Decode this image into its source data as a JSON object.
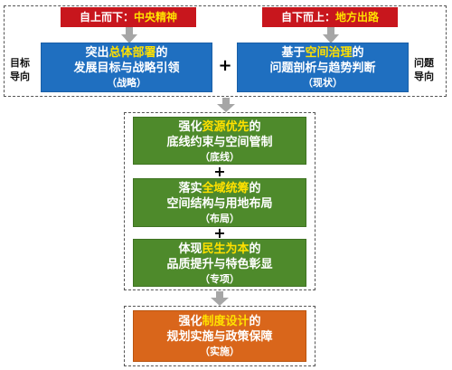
{
  "top_labels": {
    "left": {
      "prefix": "自上而下：",
      "highlight": "中央精神"
    },
    "right": {
      "prefix": "自下而上：",
      "highlight": "地方出路"
    }
  },
  "side_labels": {
    "left": {
      "line1": "目标",
      "line2": "导向"
    },
    "right": {
      "line1": "问题",
      "line2": "导向"
    }
  },
  "strategy_box": {
    "pre": "突出",
    "hl": "总体部署",
    "post": "的",
    "line2": "发展目标与战略引领",
    "tag": "（战略）"
  },
  "status_box": {
    "pre": "基于",
    "hl": "空间治理",
    "post": "的",
    "line2": "问题剖析与趋势判断",
    "tag": "（现状）"
  },
  "plus_symbol": "+",
  "middle_boxes": [
    {
      "pre": "强化",
      "hl": "资源优先",
      "post": "的",
      "line2": "底线约束与空间管制",
      "tag": "（底线）"
    },
    {
      "pre": "落实",
      "hl": "全域统筹",
      "post": "的",
      "line2": "空间结构与用地布局",
      "tag": "（布局）"
    },
    {
      "pre": "体现",
      "hl": "民生为本",
      "post": "的",
      "line2": "品质提升与特色彰显",
      "tag": "（专项）"
    }
  ],
  "bottom_box": {
    "pre": "强化",
    "hl": "制度设计",
    "post": "的",
    "line2": "规划实施与政策保障",
    "tag": "（实施）"
  },
  "colors": {
    "red": "#c8161d",
    "yellow": "#ffe100",
    "blue": "#1f6fc0",
    "green": "#4e8a2b",
    "orange": "#d9661b",
    "arrow": "#a6a6a6"
  }
}
